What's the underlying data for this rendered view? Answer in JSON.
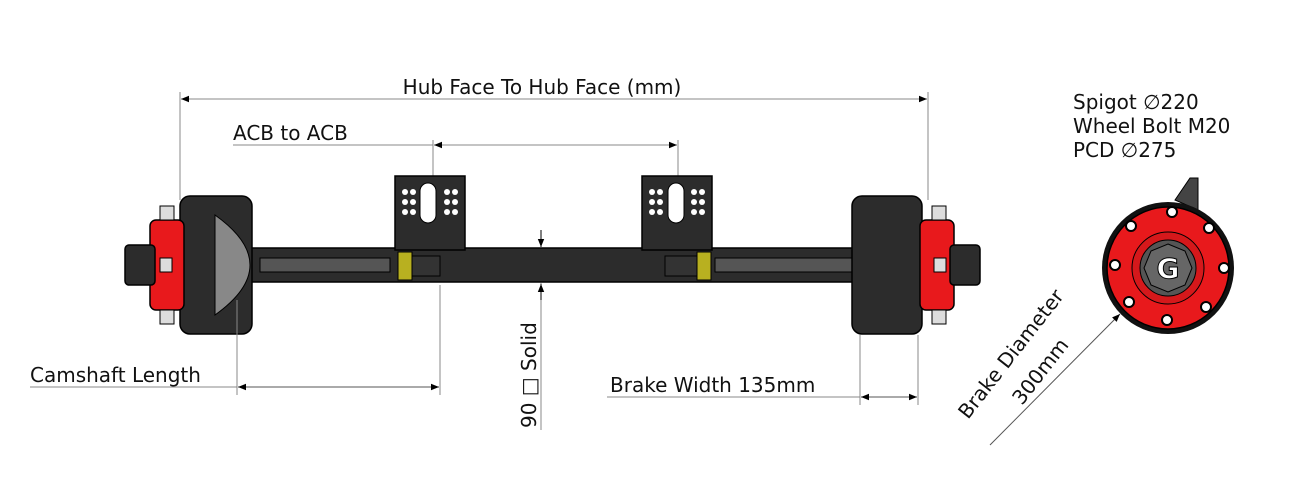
{
  "labels": {
    "hub_face": "Hub Face To Hub Face (mm)",
    "acb": "ACB to ACB",
    "camshaft": "Camshaft Length",
    "beam": "90 □ Solid",
    "brake_width": "Brake Width 135mm",
    "brake_diameter_1": "Brake Diameter",
    "brake_diameter_2": "300mm",
    "spigot": "Spigot ∅220",
    "wheel_bolt": "Wheel Bolt M20",
    "pcd": "PCD ∅275",
    "hub_logo": "G"
  },
  "colors": {
    "hub_red": "#e8191c",
    "body_dark": "#2c2c2c"
  }
}
